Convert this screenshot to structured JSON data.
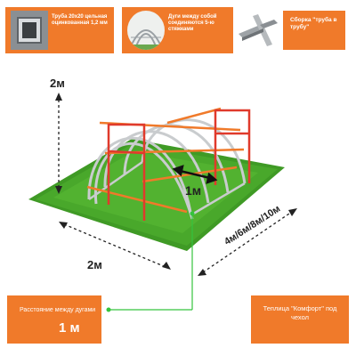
{
  "badges": {
    "pipe": {
      "text": "Труба 20х20 цельная оцинкованная 1,2 мм"
    },
    "arcs": {
      "text": "Дуги между собой соединяются 5-ю стяжками"
    },
    "assembly": {
      "text": "Сборка \"труба в трубу\""
    }
  },
  "dimensions": {
    "height": "2м",
    "width": "2м",
    "arc_gap": "1м",
    "length": "4м/6м/8м/10м"
  },
  "info": {
    "spacing_label": "Расстояние между дугами",
    "spacing_value": "1 м",
    "product_name": "Теплица \"Комфорт\" под чехол"
  },
  "colors": {
    "accent": "#f07a2a",
    "frame": "#c9ccce",
    "door": "#e03a2c",
    "tie": "#f07a2a",
    "grass": "#3f9a25",
    "pointer": "#35c43d"
  }
}
